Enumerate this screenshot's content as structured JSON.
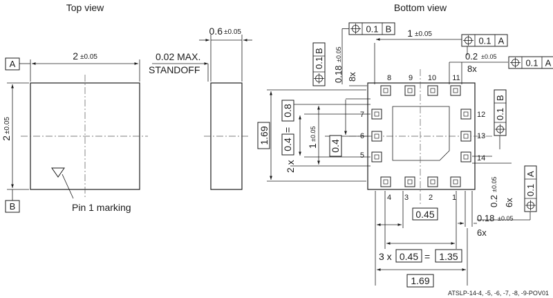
{
  "views": {
    "top": "Top view",
    "bottom": "Bottom view"
  },
  "datums": {
    "a": "A",
    "b": "B"
  },
  "top_view": {
    "width_nominal": "2",
    "width_tol": "±0.05",
    "height_nominal": "2",
    "height_tol": "±0.05",
    "pin1_label": "Pin 1 marking"
  },
  "side_view": {
    "thickness_nominal": "0.6",
    "thickness_tol": "±0.05",
    "standoff_value": "0.02 MAX.",
    "standoff_label": "STANDOFF"
  },
  "bottom_view": {
    "pad_labels": {
      "p1": "1",
      "p2": "2",
      "p3": "3",
      "p4": "4",
      "p5": "5",
      "p6": "6",
      "p7": "7",
      "p8": "8",
      "p9": "9",
      "p10": "10",
      "p11": "11",
      "p12": "12",
      "p13": "13",
      "p14": "14"
    },
    "tol_value_01": "0.1",
    "tol_value_01_b": "0.1",
    "tol_value_01_c": "0.1",
    "tol_value_01_d": "0.1",
    "tol_value_01_e": "0.1",
    "pad_width_top": "0.18",
    "pad_width_top_tol": "±0.05",
    "count_8x_a": "8x",
    "count_8x_b": "8x",
    "pad_pitch_top": "1",
    "pad_pitch_top_tol": "±0.05",
    "pad_len_right": "0.2",
    "pad_len_right_tol": "±0.05",
    "count_6x_a": "6x",
    "count_6x_b": "6x",
    "pad_len_side": "0.2",
    "pad_len_side_tol": "±0.05",
    "pad_width_bottom": "0.18",
    "pad_width_bottom_tol": "±0.05",
    "pitch_basic": "0.45",
    "pitch_mult": "3 x",
    "pitch_basic_b": "0.45",
    "pitch_eq": "=",
    "pitch_total": "1.35",
    "outline_width": "1.69",
    "outline_height": "1.69",
    "side_pitch_mult": "2 x",
    "side_pitch_basic": "0.4",
    "side_pitch_eq": "=",
    "side_pitch_total": "0.8",
    "side_pitch_b": "0.4",
    "side_span": "1",
    "side_span_tol": "±0.05"
  },
  "footer": {
    "drawing_id": "ATSLP-14-4, -5, -6, -7, -8, -9-PO",
    "version": "V01"
  }
}
